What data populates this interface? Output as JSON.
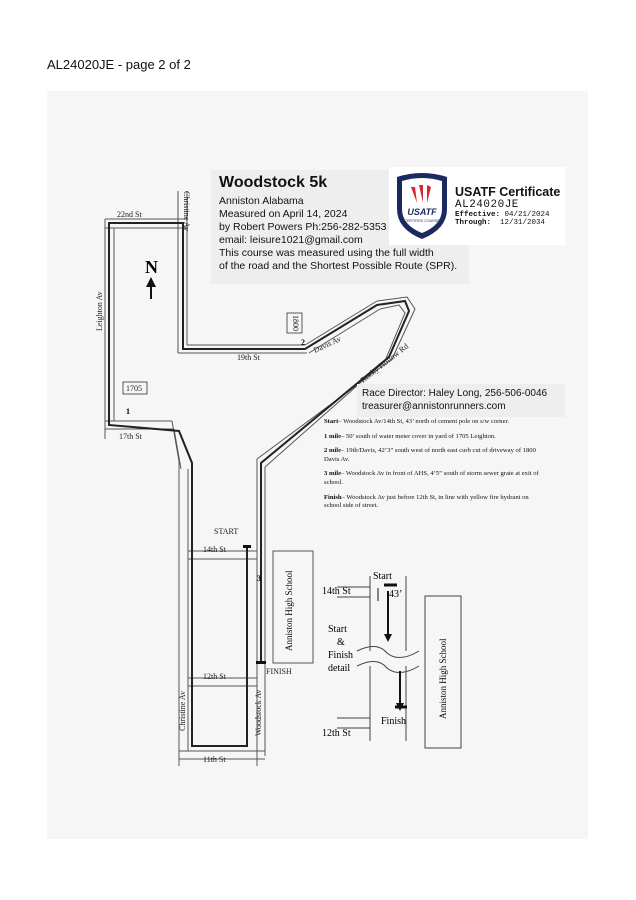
{
  "page_header": "AL24020JE - page 2 of 2",
  "title_box": {
    "title": "Woodstock 5k",
    "location": "Anniston Alabama",
    "measured": "Measured on April 14, 2024",
    "measurer": "by Robert Powers Ph:256-282-5353",
    "email": "email: leisure1021@gmail.com",
    "method_1": "This course was measured using the full width",
    "method_2": "of the road and the Shortest Possible Route (SPR)."
  },
  "certificate": {
    "heading": "USATF Certificate",
    "logo_text": "USATF",
    "logo_subtext": "CERTIFIED COURSE",
    "number": "AL24020JE",
    "effective_label": "Effective:",
    "effective": "04/21/2024",
    "through_label": "Through:",
    "through": "12/31/2034"
  },
  "race_director": {
    "line_1": "Race Director: Haley Long, 256-506-0046",
    "line_2": "treasurer@annistonrunners.com"
  },
  "notes": [
    {
      "label": "Start",
      "text": "– Woodstock Av/14th St, 43’ north of cement pole on s/w corner."
    },
    {
      "label": "1 mile",
      "text": "– 50’ south of water meter cover in yard of 1705 Leighton."
    },
    {
      "label": "2 mile",
      "text": "– 19th/Davis, 42’3” south west of north east curb cut of driveway of 1800 Davis Av."
    },
    {
      "label": "3 mile",
      "text": "– Woodstock Av in front of AHS, 4’5” south of storm sewer grate at exit of school."
    },
    {
      "label": "Finish",
      "text": "– Woodstock Av just before 12th St, in line with yellow fire hydrant on school side of street."
    }
  ],
  "map": {
    "north": "N",
    "streets": {
      "st22": "22nd St",
      "christine_top": "Christine Av",
      "leighton": "Leighton Av",
      "st19": "19th St",
      "davis": "Davis Av",
      "rocky": "Rocky Hollow Rd",
      "st17": "17th St",
      "st14": "14th St",
      "st12": "12th St",
      "st11": "11th St",
      "christine_bottom": "Christine Av",
      "woodstock": "Woodstock Av",
      "school": "Anniston  High  School"
    },
    "address_1800": "1800",
    "address_1705": "1705",
    "mile_1": "1",
    "mile_2": "2",
    "mile_3": "3",
    "start": "START",
    "finish": "FINISH"
  },
  "detail": {
    "st14": "14th St",
    "start": "Start",
    "distance": "43’",
    "label_1": "Start",
    "label_2": "&",
    "label_3": "Finish",
    "label_4": "detail",
    "finish": "Finish",
    "st12": "12th St",
    "school": "Anniston  High  School"
  },
  "colors": {
    "usatf_navy": "#1b2a5e",
    "usatf_red": "#d6262e"
  }
}
